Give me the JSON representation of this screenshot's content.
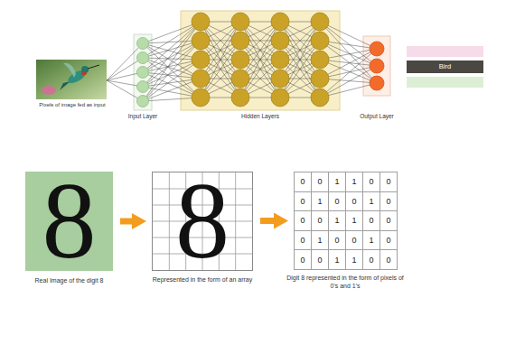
{
  "diagram": {
    "nodes": [
      {
        "text": [
          "Bird"
        ]
      },
      {
        "text": [
          "8",
          "Real Image of the digit 8"
        ]
      },
      {
        "text": [
          "8",
          "Represented in the form of an array"
        ]
      },
      {
        "text": [
          "Digit 8 represented in the form of pixels of 0's and 1's"
        ]
      }
    ],
    "edges": [
      {
        "from": 1,
        "to": 2,
        "arrow": "to"
      },
      {
        "from": 2,
        "to": 3,
        "arrow": "to"
      }
    ],
    "labels": [
      "Pixels of image fed as input",
      "Input Layer",
      "Hidden Layers",
      "Output Layer",
      "0",
      "0",
      "1",
      "1",
      "0",
      "0",
      "0",
      "1",
      "0",
      "0",
      "1",
      "0",
      "0",
      "0",
      "1",
      "1",
      "0",
      "0",
      "0",
      "1",
      "0",
      "0",
      "1",
      "0",
      "0",
      "0",
      "1",
      "1",
      "0",
      "0"
    ]
  }
}
